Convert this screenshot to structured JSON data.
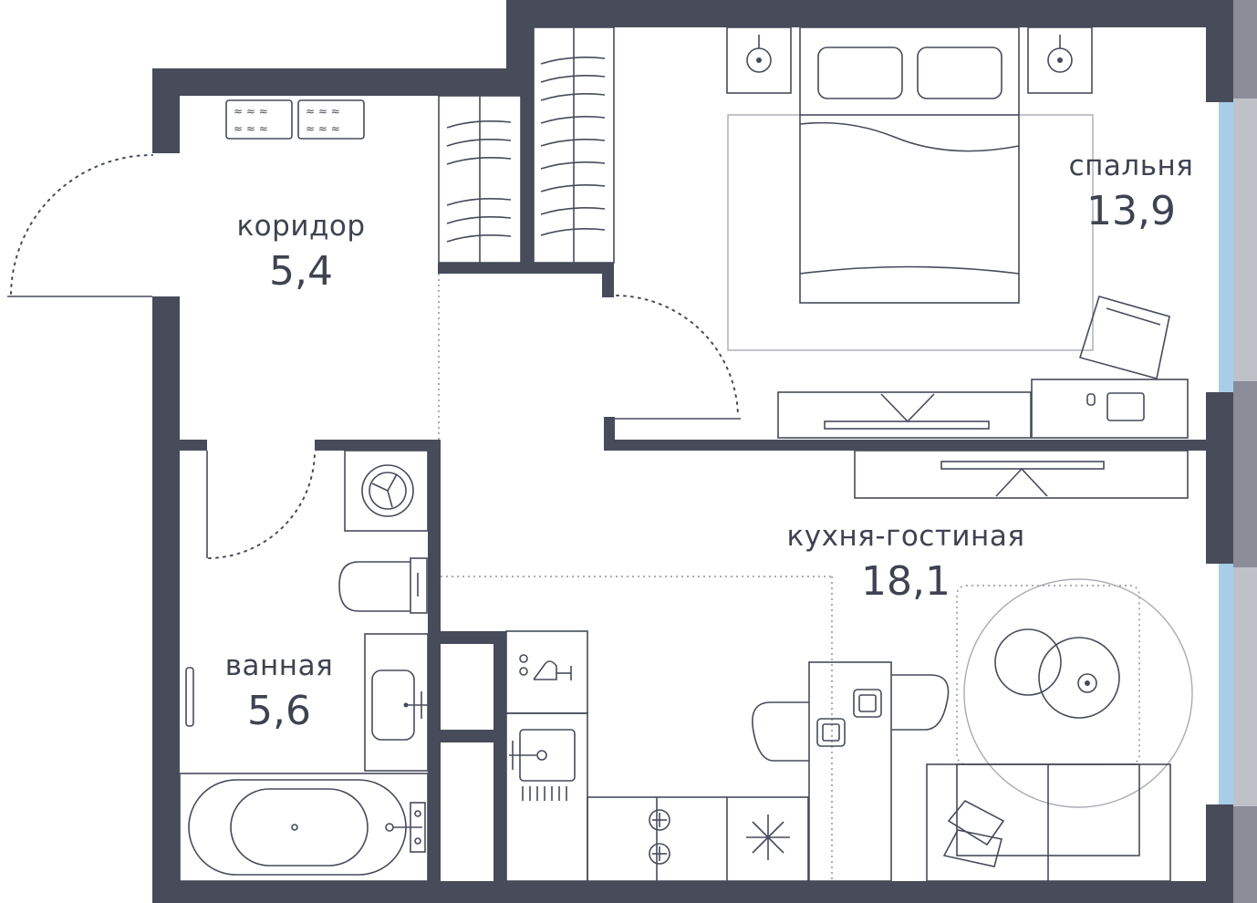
{
  "rooms": [
    {
      "id": "corridor",
      "name": "коридор",
      "area": "5,4"
    },
    {
      "id": "bedroom",
      "name": "спальня",
      "area": "13,9"
    },
    {
      "id": "kitchen_living",
      "name": "кухня-гостиная",
      "area": "18,1"
    },
    {
      "id": "bathroom",
      "name": "ванная",
      "area": "5,6"
    }
  ],
  "colors": {
    "wall": "#474b5a",
    "window": "#a8cde8",
    "text": "#3f4351"
  }
}
